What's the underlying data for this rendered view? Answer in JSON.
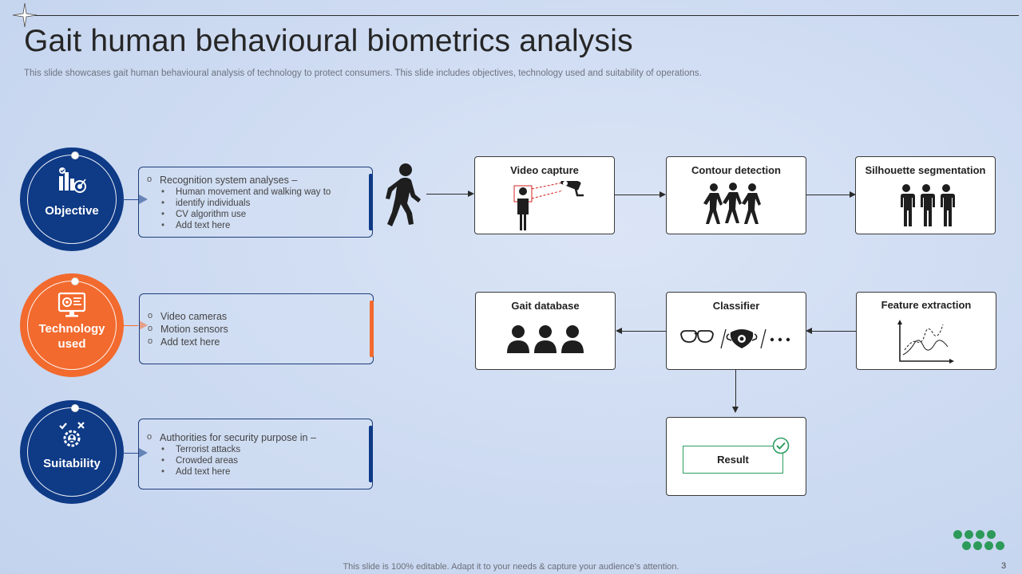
{
  "header": {
    "title": "Gait human behavioural biometrics analysis",
    "subtitle": "This slide showcases gait human behavioural analysis of technology to protect consumers. This slide includes objectives, technology used and suitability of operations."
  },
  "sections": [
    {
      "label_line1": "Objective",
      "label_line2": "",
      "color": "#0e3a86",
      "icon": "chart-target-icon",
      "heading": "Recognition  system analyses –",
      "bullets": [
        "Human movement and walking way to",
        "identify individuals",
        "CV algorithm use",
        "Add text here"
      ]
    },
    {
      "label_line1": "Technology",
      "label_line2": "used",
      "color": "#f26a2e",
      "icon": "monitor-gear-icon",
      "items": [
        "Video cameras",
        "Motion sensors",
        "Add text here"
      ]
    },
    {
      "label_line1": "Suitability",
      "label_line2": "",
      "color": "#0e3a86",
      "icon": "checklist-gear-icon",
      "heading": "Authorities for security purpose in –",
      "bullets": [
        "Terrorist attacks",
        "Crowded areas",
        "Add text here"
      ]
    }
  ],
  "flow": {
    "video_capture": "Video capture",
    "contour_detection": "Contour  detection",
    "silhouette_segmentation": "Silhouette segmentation",
    "gait_database": "Gait database",
    "classifier": "Classifier",
    "feature_extraction": "Feature extraction",
    "result": "Result"
  },
  "footer": {
    "text": "This slide is 100% editable. Adapt it to your needs & capture your audience’s attention.",
    "page_number": "3"
  },
  "colors": {
    "primary_blue": "#0e3a86",
    "accent_orange": "#f26a2e",
    "result_green": "#2d9c61"
  }
}
